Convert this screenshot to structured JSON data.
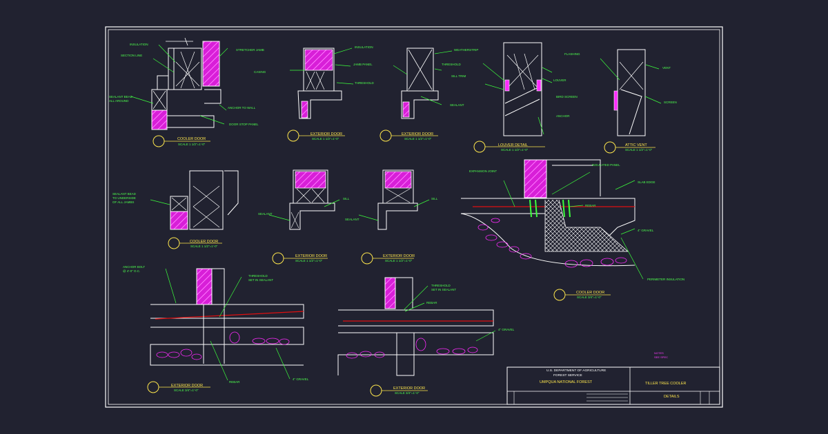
{
  "details": {
    "d1": {
      "title": "COOLER DOOR"
    },
    "d2": {
      "title": "EXTERIOR DOOR"
    },
    "d3": {
      "title": "EXTERIOR DOOR"
    },
    "d4": {
      "title": "LOUVER DETAIL"
    },
    "d5": {
      "title": "ATTIC VENT"
    },
    "d6": {
      "title": "COOLER DOOR"
    },
    "d7": {
      "title": "EXTERIOR DOOR"
    },
    "d8": {
      "title": "EXTERIOR DOOR"
    },
    "d9": {
      "title": "COOLER DOOR"
    },
    "d10": {
      "title": "EXTERIOR DOOR"
    },
    "d11": {
      "title": "EXTERIOR DOOR"
    }
  },
  "titleblock": {
    "agency": "U.S. DEPARTMENT OF AGRICULTURE",
    "service": "FOREST SERVICE",
    "forest": "UMPQUA NATIONAL FOREST",
    "project": "TILLER TREE COOLER",
    "sheet": "DETAILS"
  },
  "colors": {
    "background": "#212230",
    "linework": "#ffffff",
    "leaders": "#3cff3c",
    "insulation": "#ff2bff",
    "rebar": "#e01010",
    "titles": "#ffe74d"
  }
}
